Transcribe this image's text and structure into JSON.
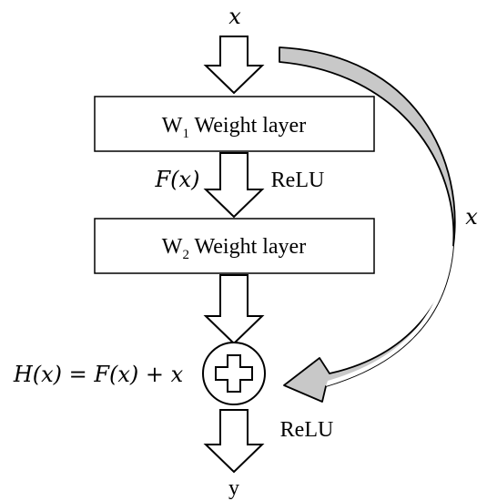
{
  "input_label": "x",
  "output_label": "y",
  "skip_label": "x",
  "fx_label": "F(x)",
  "hx_label": "H(x) = F(x) + x",
  "relu_mid": "ReLU",
  "relu_out": "ReLU",
  "layer1": {
    "prefix": "W",
    "sub": "1",
    "text": " Weight layer"
  },
  "layer2": {
    "prefix": "W",
    "sub": "2",
    "text": " Weight layer"
  },
  "colors": {
    "stroke": "#000000",
    "skip_fill": "#c8c8c8",
    "background": "#ffffff"
  }
}
